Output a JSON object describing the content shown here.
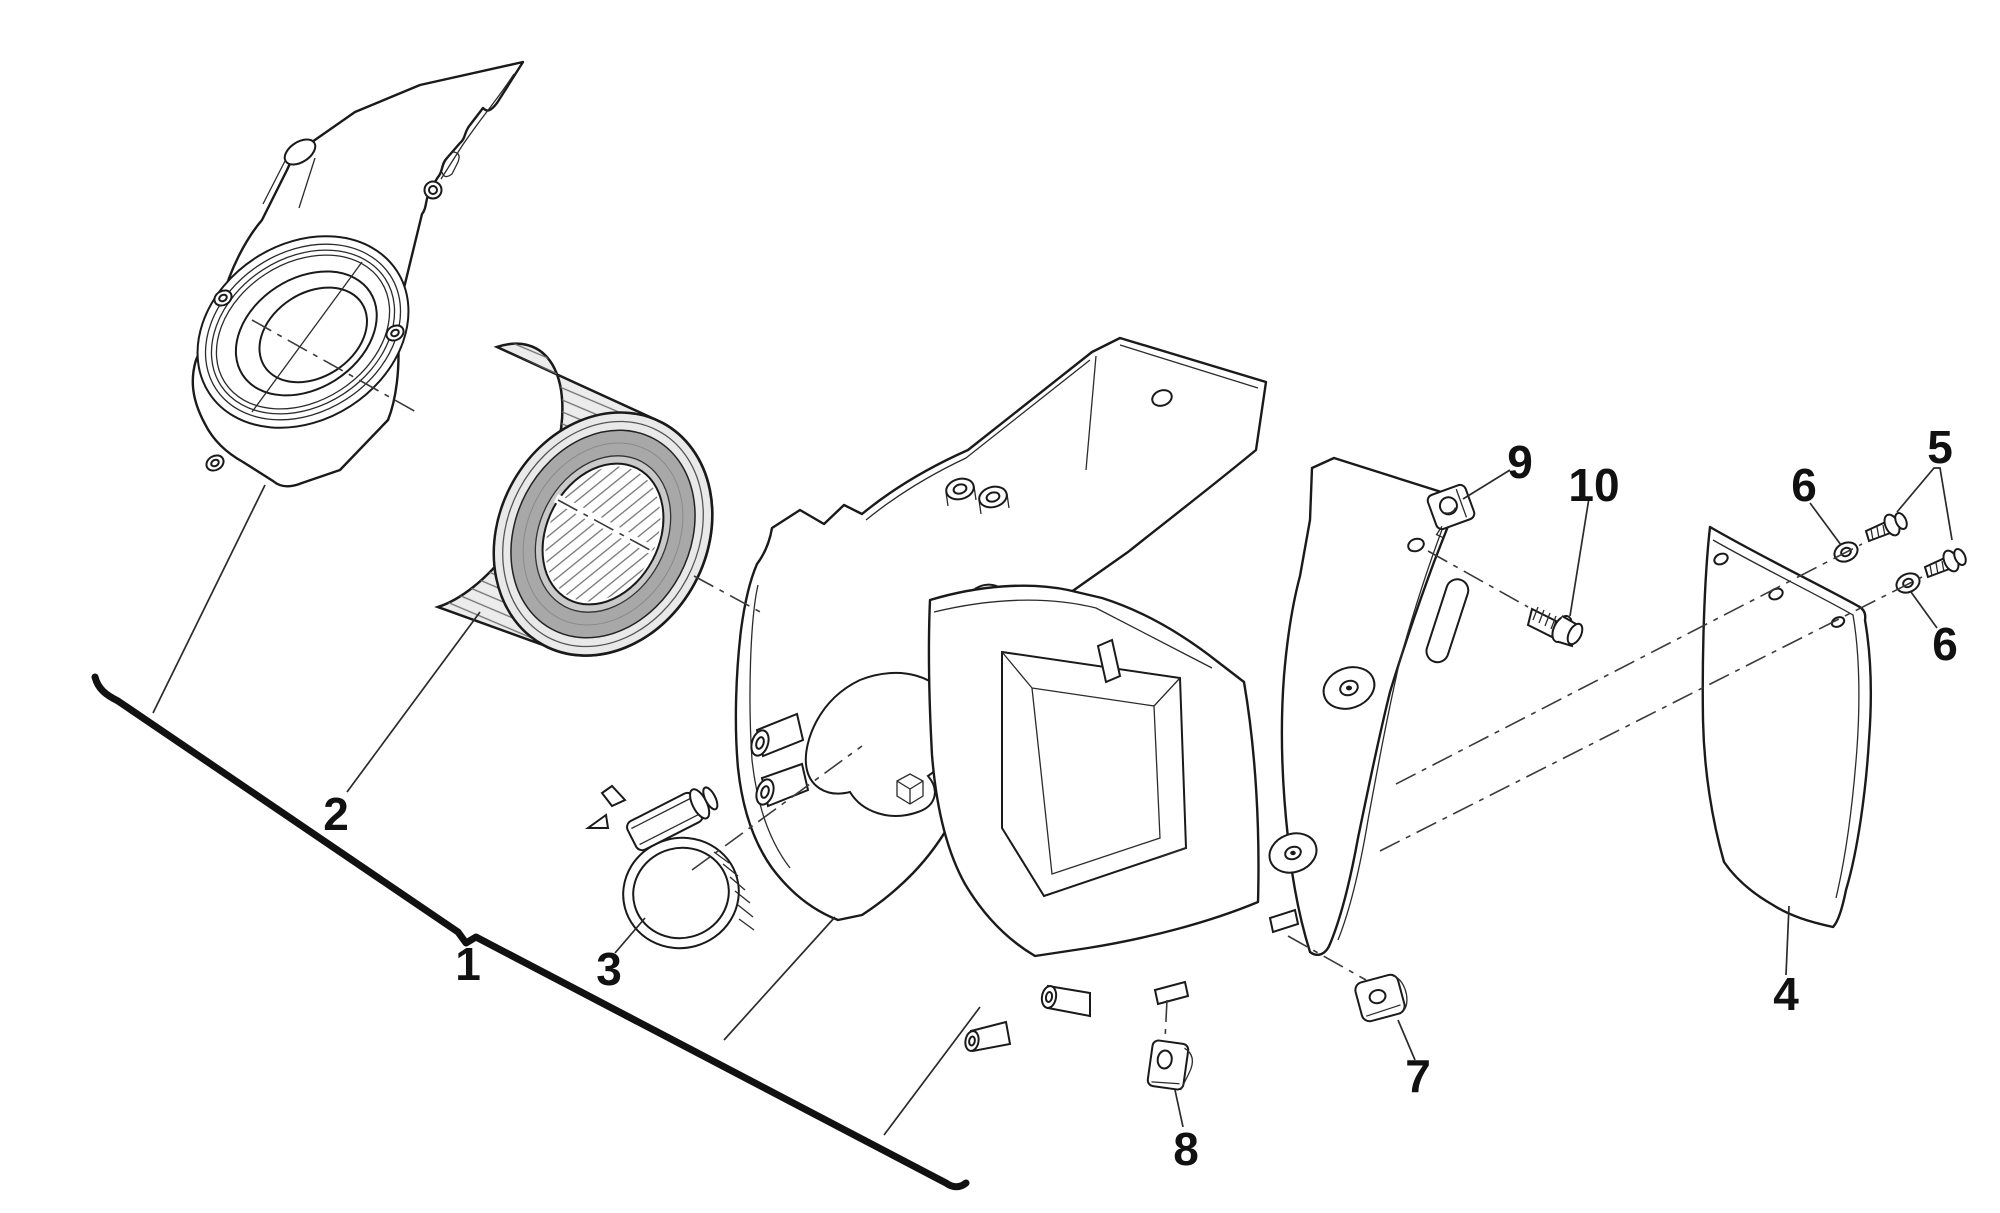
{
  "figure": {
    "kind": "exploded-parts-diagram",
    "subject": "air filter box assembly",
    "background_color": "#ffffff",
    "line_color": "#1a1a1a"
  },
  "palette": {
    "filter_body": "#ececec",
    "filter_end_cap_dark_ring": "#a8a8a8",
    "filter_inner_ring": "#c9c9c9",
    "front_cap_rim": "#e9e9e9"
  },
  "callouts": [
    {
      "label": "1",
      "part": "airbox-assembly"
    },
    {
      "label": "2",
      "part": "air-filter-element"
    },
    {
      "label": "3",
      "part": "hose-clamp"
    },
    {
      "label": "4",
      "part": "mud-flap"
    },
    {
      "label": "5",
      "part": "flange-screws"
    },
    {
      "label": "6",
      "part": "washer-upper"
    },
    {
      "label": "6",
      "part": "washer-lower"
    },
    {
      "label": "7",
      "part": "speed-nut-clip-right"
    },
    {
      "label": "8",
      "part": "speed-nut-clip-bottom"
    },
    {
      "label": "9",
      "part": "clip-nut"
    },
    {
      "label": "10",
      "part": "flanged-bolt"
    }
  ]
}
